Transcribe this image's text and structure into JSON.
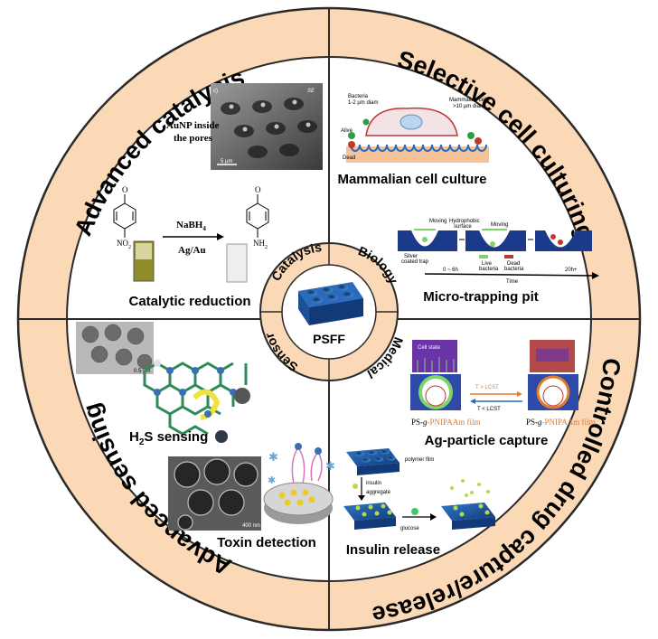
{
  "colors": {
    "ring_fill": "#fbd9b6",
    "hub_fill": "#fbd9b6",
    "outline": "#2a2a2a",
    "substrate": "#1f5fa8"
  },
  "center": {
    "label": "PSFF"
  },
  "hub_labels": {
    "catalysis": "Catalysis",
    "biology": "Biology",
    "sensor": "Sensor",
    "medical": "Medical"
  },
  "ring_titles": {
    "top_left": "Advanced catalysis",
    "top_right": "Selective cell culturing",
    "bottom_right": "Controlled drug capture/release",
    "bottom_left": "Advanced sensing"
  },
  "panels": {
    "catalysis": {
      "sem_label": "c)",
      "sem_corner": "SE",
      "scale": "5 µm",
      "note_line1": "AuNP inside",
      "note_line2": "the pores",
      "reagent_top_main": "NaBH",
      "reagent_top_sub": "4",
      "reagent_bottom": "Ag/Au",
      "left_top": "O",
      "left_bottom_main": "NO",
      "left_bottom_sub": "2",
      "right_top": "O",
      "right_bottom_main": "NH",
      "right_bottom_sub": "2",
      "caption": "Catalytic reduction"
    },
    "cell_culture": {
      "bacteria_line1": "Bacteria",
      "bacteria_line2": "1-2 µm diam",
      "mammal_line1": "Mammalian cells",
      "mammal_line2": ">10 µm diam",
      "alive": "Alive",
      "dead": "Dead",
      "caption": "Mammalian cell culture"
    },
    "trap": {
      "hydrophobic_line1": "Hydrophobic",
      "hydrophobic_line2": "surface",
      "moving1": "Moving",
      "moving2": "Moving",
      "silver_line1": "Silver",
      "silver_line2": "coated trap",
      "live_line1": "Live",
      "live_line2": "bacteria",
      "dead_line1": "Dead",
      "dead_line2": "bacteria",
      "t_left": "0 ~ 6h",
      "t_right": "20h+",
      "time": "Time",
      "caption": "Micro-trapping pit"
    },
    "h2s": {
      "scale": "0.5 µm",
      "label_main": "H",
      "label_sub": "2",
      "label_rest": "S sensing"
    },
    "toxin": {
      "scale": "400 nm",
      "caption": "Toxin detection"
    },
    "ag_capture": {
      "cell_state": "Cell state",
      "film_left_pre": "PS-",
      "film_left_mid": "g",
      "film_left_post": "-PNIPAAm film",
      "film_right_pre": "PS-",
      "film_right_mid": "g",
      "film_right_post": "-PNIPAAm film",
      "t_up": "T > LCST",
      "t_down": "T < LCST",
      "caption": "Ag-particle capture"
    },
    "insulin": {
      "polymer": "polymer film",
      "aggregate_line1": "insulin",
      "aggregate_line2": "aggregate",
      "glucose": "glucose",
      "caption": "Insulin release"
    }
  }
}
